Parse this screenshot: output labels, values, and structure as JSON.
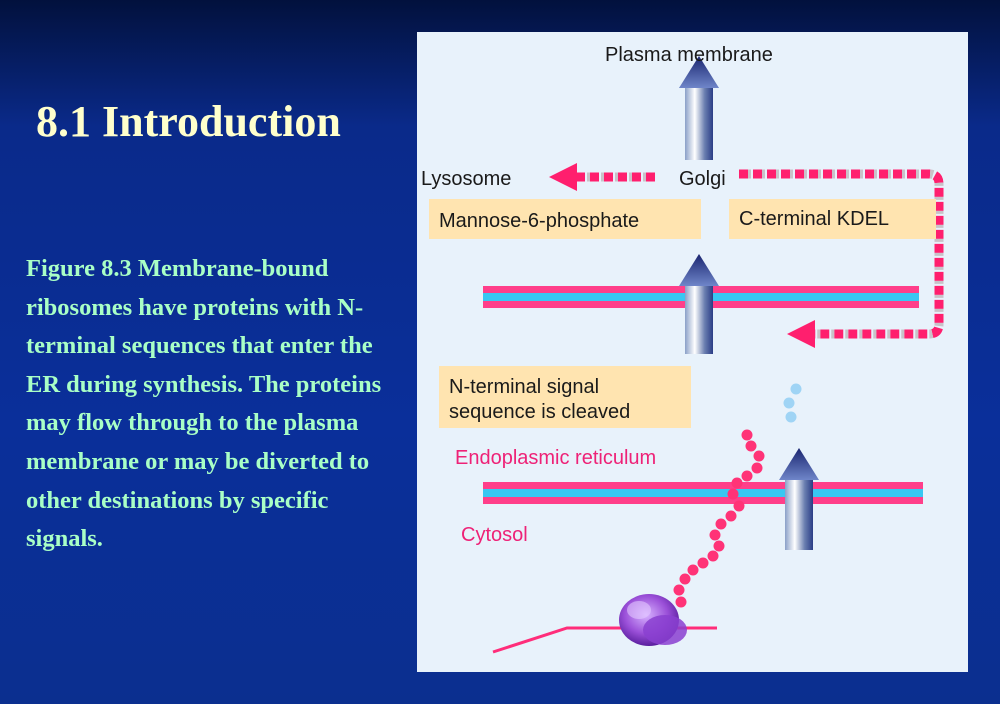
{
  "slide": {
    "title": "8.1 Introduction",
    "caption": "Figure 8.3 Membrane-bound ribosomes have proteins with N-terminal sequences that enter the ER during synthesis. The proteins may flow through to the plasma membrane or may be diverted to other destinations by specific signals."
  },
  "figure": {
    "labels": {
      "plasma_membrane": "Plasma membrane",
      "lysosome": "Lysosome",
      "golgi": "Golgi",
      "mannose": "Mannose-6-phosphate",
      "kdel": "C-terminal KDEL",
      "n_signal_line1": "N-terminal signal",
      "n_signal_line2": "sequence is cleaved",
      "er": "Endoplasmic reticulum",
      "cytosol": "Cytosol"
    },
    "colors": {
      "background": "#e8f2fb",
      "membrane_pink": "#ff3f8a",
      "membrane_blue": "#39c7f2",
      "label_box": "#ffe4b0",
      "pink_text": "#ee2277",
      "arrow_dark": "#1f2f88",
      "ribosome": "#9a4fd8"
    }
  }
}
